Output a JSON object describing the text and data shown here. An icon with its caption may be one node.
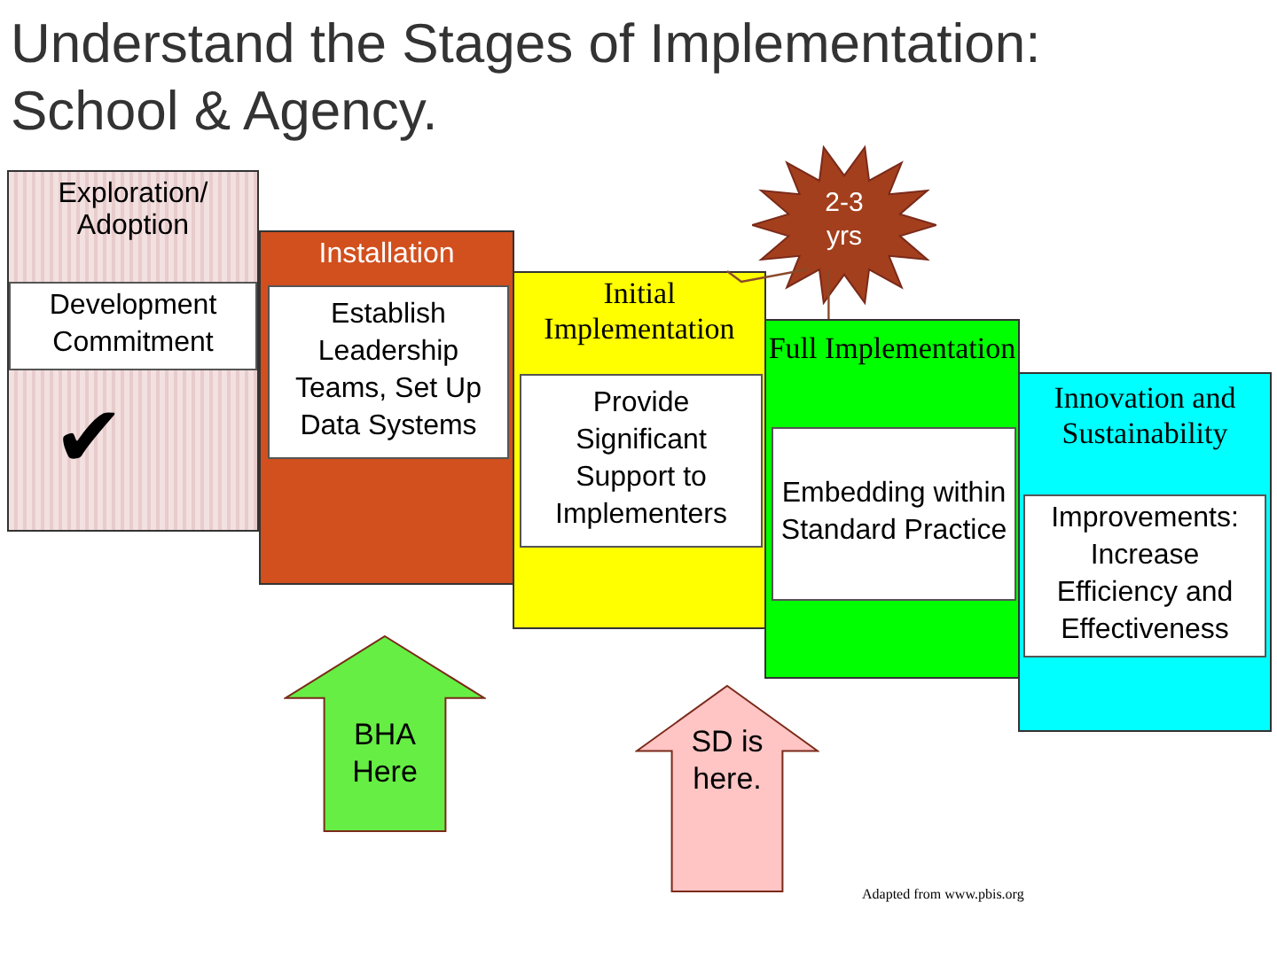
{
  "diagram": {
    "title": "Understand the Stages of Implementation: School & Agency.",
    "nodes": [
      {
        "text": [
          "Exploration/ Adoption"
        ]
      },
      {
        "text": [
          "Development Commitment"
        ],
        "in": 0
      },
      {
        "text": [
          "Installation"
        ]
      },
      {
        "text": [
          "Establish Leadership Teams, Set Up Data Systems"
        ],
        "in": 2
      },
      {
        "text": [
          "Initial Implementation"
        ]
      },
      {
        "text": [
          "Provide Significant Support to Implementers"
        ],
        "in": 4
      },
      {
        "text": [
          "Full Implementation"
        ]
      },
      {
        "text": [
          "Embedding within Standard Practice"
        ],
        "in": 6
      },
      {
        "text": [
          "Innovation and Sustainability"
        ]
      },
      {
        "text": [
          "Improvements: Increase Efficiency and Effectiveness"
        ],
        "in": 8
      },
      {
        "text": [
          "2-3 yrs"
        ]
      },
      {
        "text": [
          "BHA Here"
        ]
      },
      {
        "text": [
          "SD is here."
        ]
      }
    ],
    "edges": [
      {
        "from": 10,
        "to": 4,
        "arrow": "none"
      },
      {
        "from": 10,
        "to": 6,
        "arrow": "none"
      }
    ],
    "labels": [
      "✔",
      "Adapted from www.pbis.org"
    ]
  }
}
